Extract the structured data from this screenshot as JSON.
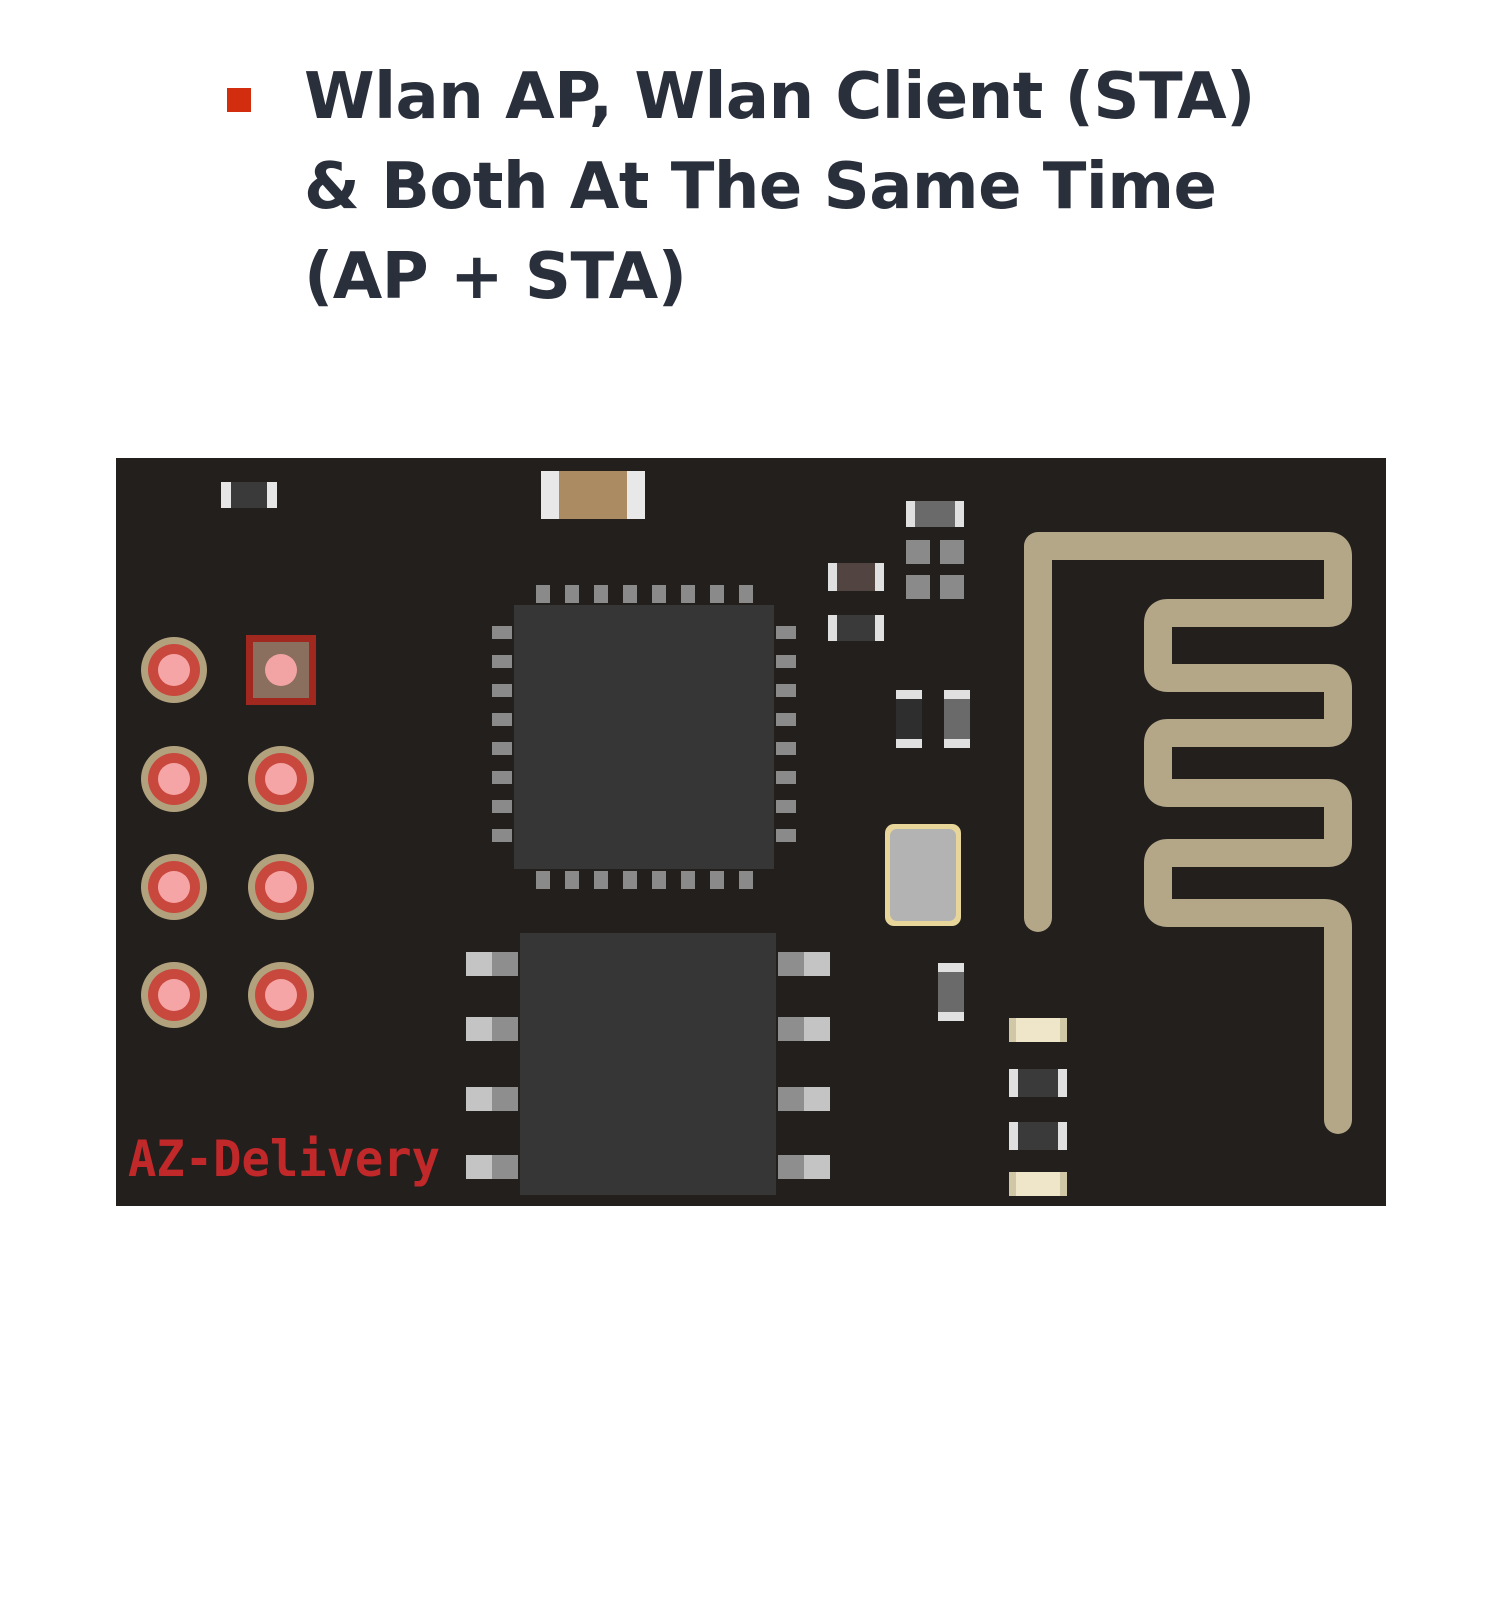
{
  "feature": {
    "lines": [
      "Wlan AP, Wlan Client (STA)",
      "& Both At The Same Time",
      "(AP + STA)"
    ]
  },
  "board": {
    "brand_logo": "AZ-Delivery",
    "colors": {
      "pcb": "#231f1c",
      "antenna": "#b3a788",
      "chip": "#353535",
      "pad_ring": "#b1a17d",
      "pad_fill": "#f5a5a6",
      "bullet": "#d22d0f",
      "logo": "#c1282a"
    }
  }
}
